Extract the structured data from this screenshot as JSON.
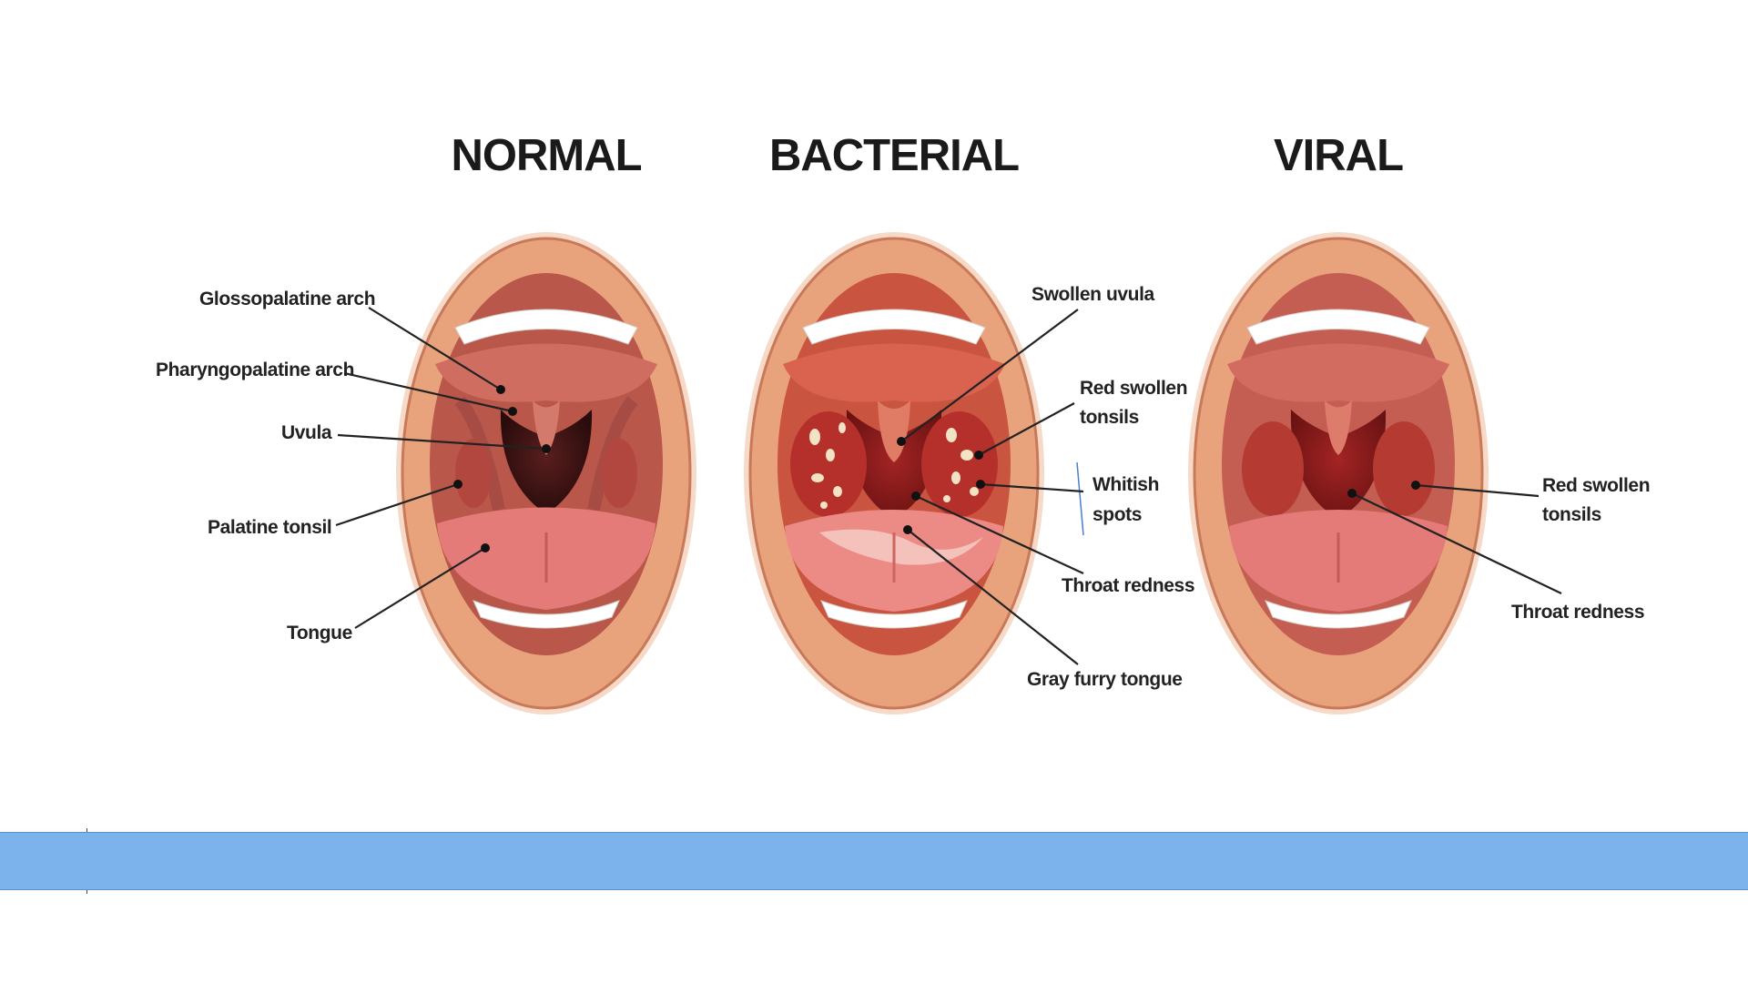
{
  "panels": {
    "normal": {
      "title": "NORMAL",
      "labels": {
        "glossopalatine": "Glossopalatine arch",
        "pharyngopalatine": "Pharyngopalatine arch",
        "uvula": "Uvula",
        "palatine_tonsil": "Palatine tonsil",
        "tongue": "Tongue"
      }
    },
    "bacterial": {
      "title": "BACTERIAL",
      "labels": {
        "swollen_uvula": "Swollen uvula",
        "red_swollen_1": "Red swollen",
        "red_swollen_2": "tonsils",
        "whitish_1": "Whitish",
        "whitish_2": "spots",
        "throat_redness": "Throat redness",
        "gray_tongue": "Gray furry tongue"
      }
    },
    "viral": {
      "title": "VIRAL",
      "labels": {
        "red_swollen_1": "Red swollen",
        "red_swollen_2": "tonsils",
        "throat_redness": "Throat redness"
      }
    }
  },
  "colors": {
    "lip": "#e9a37c",
    "lip_edge": "#c9795a",
    "mouth_inner": "#c05a4e",
    "throat_normal": "#3a1414",
    "throat_red": "#8a1a1a",
    "tongue": "#e57b78",
    "teeth": "#ffffff",
    "footer_bar": "#7db3ec"
  }
}
